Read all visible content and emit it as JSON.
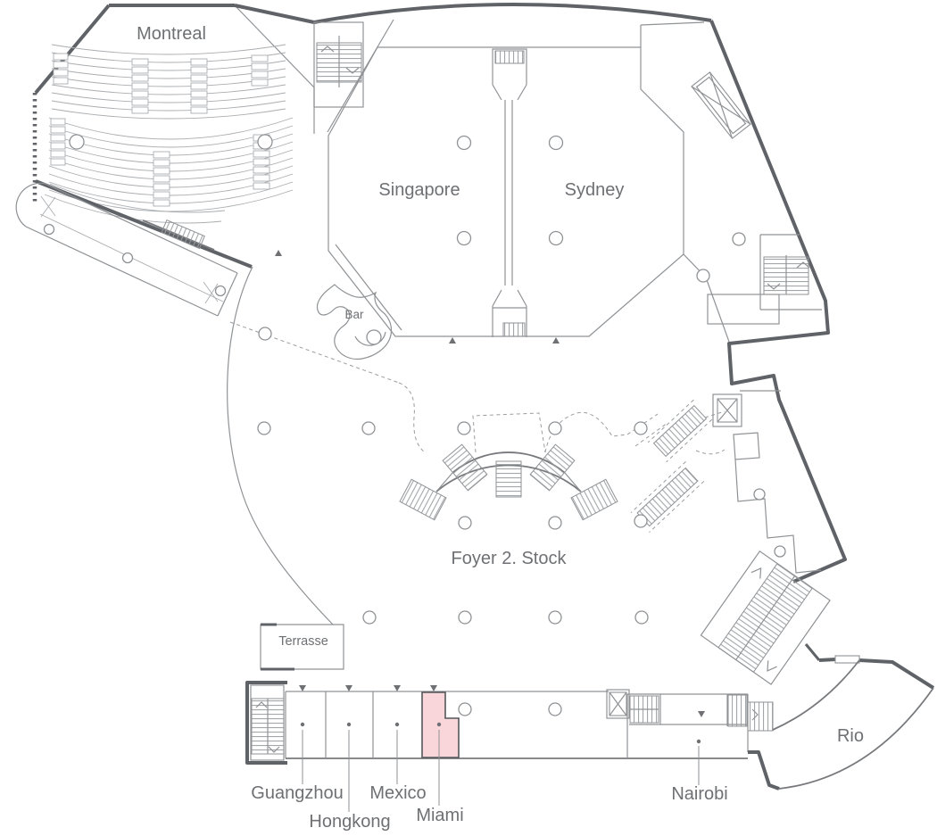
{
  "app": {
    "type": "venue-floorplan",
    "floor_label": "Foyer 2. Stock"
  },
  "floorplan": {
    "labels": {
      "montreal": "Montreal",
      "singapore": "Singapore",
      "sydney": "Sydney",
      "bar": "Bar",
      "foyer": "Foyer 2. Stock",
      "terrasse": "Terrasse",
      "guangzhou": "Guangzhou",
      "hongkong": "Hongkong",
      "mexico": "Mexico",
      "miami": "Miami",
      "nairobi": "Nairobi",
      "rio": "Rio"
    },
    "rooms": [
      {
        "id": "montreal",
        "label": "Montreal",
        "highlighted": false
      },
      {
        "id": "singapore",
        "label": "Singapore",
        "highlighted": false
      },
      {
        "id": "sydney",
        "label": "Sydney",
        "highlighted": false
      },
      {
        "id": "bar",
        "label": "Bar",
        "highlighted": false
      },
      {
        "id": "foyer",
        "label": "Foyer 2. Stock",
        "highlighted": false
      },
      {
        "id": "terrasse",
        "label": "Terrasse",
        "highlighted": false
      },
      {
        "id": "guangzhou",
        "label": "Guangzhou",
        "highlighted": false
      },
      {
        "id": "hongkong",
        "label": "Hongkong",
        "highlighted": false
      },
      {
        "id": "mexico",
        "label": "Mexico",
        "highlighted": false
      },
      {
        "id": "miami",
        "label": "Miami",
        "highlighted": true
      },
      {
        "id": "nairobi",
        "label": "Nairobi",
        "highlighted": false
      },
      {
        "id": "rio",
        "label": "Rio",
        "highlighted": false
      }
    ],
    "highlight": {
      "room": "Miami",
      "fill": "#f9d6da",
      "border": "#54565a"
    },
    "colors": {
      "background": "#ffffff",
      "wall": "#5f6368",
      "line": "#8f9295",
      "seat_line": "#aaadb0",
      "text": "#6e7073",
      "dash": "#9a9da0"
    }
  }
}
